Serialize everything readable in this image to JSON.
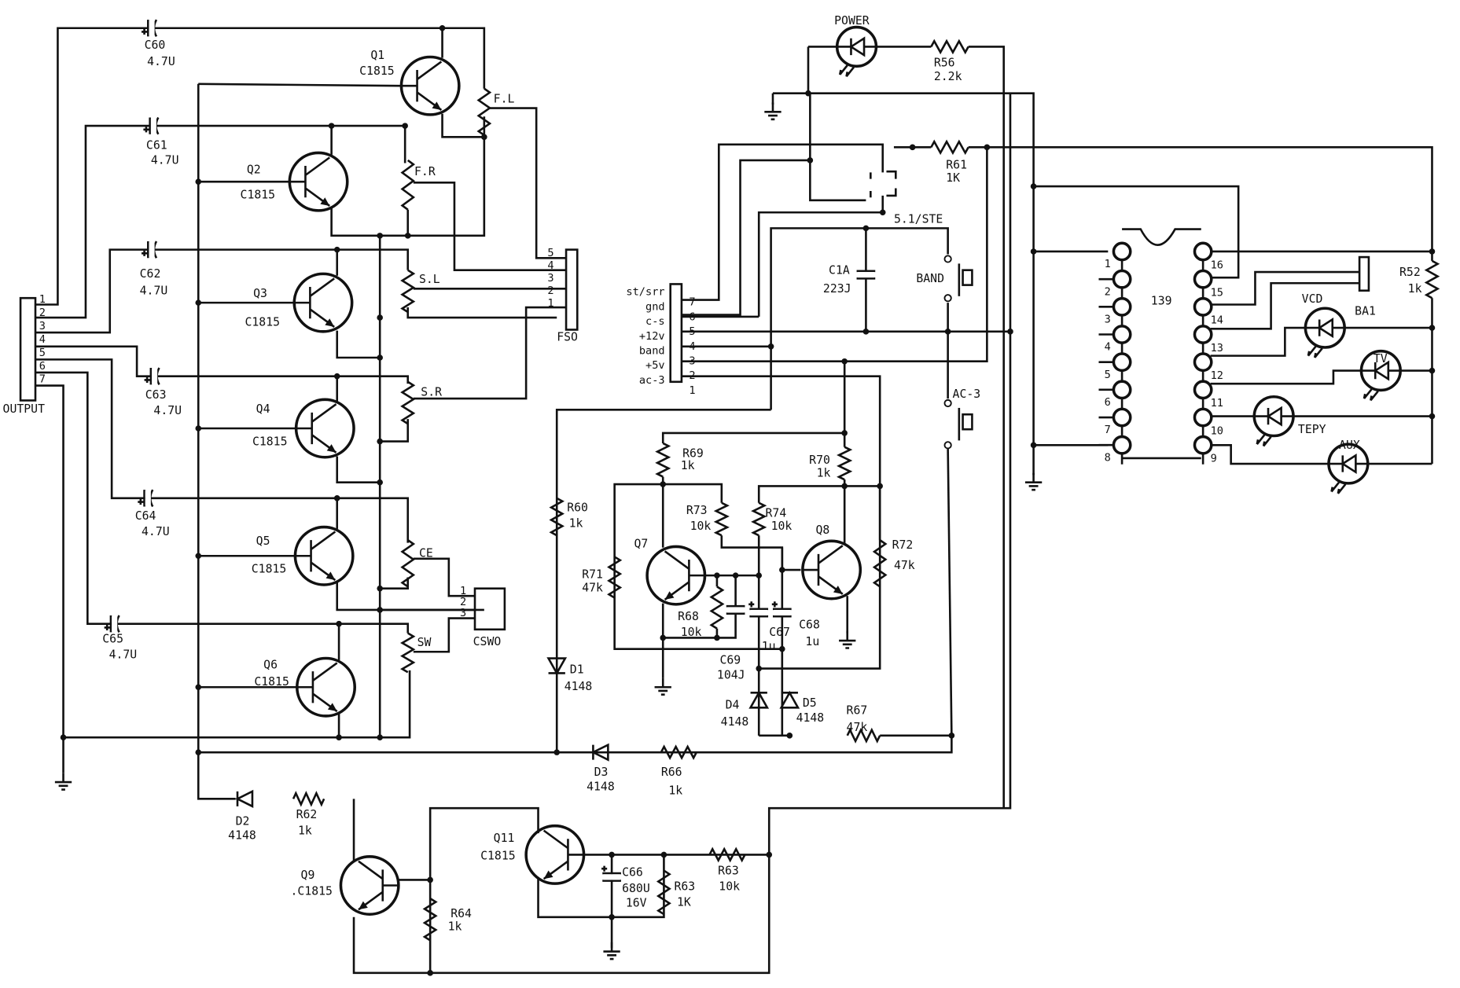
{
  "diagram": {
    "colors": {
      "ink": "#111111",
      "paper": "#ffffff"
    },
    "connectors": {
      "output": {
        "name": "OUTPUT",
        "pins": [
          "1",
          "2",
          "3",
          "4",
          "5",
          "6",
          "7"
        ]
      },
      "fso": {
        "name": "FSO",
        "pins": [
          "5",
          "4",
          "3",
          "2",
          "1"
        ]
      },
      "cswo": {
        "name": "CSWO",
        "pins": [
          "1",
          "2",
          "3"
        ]
      },
      "main": {
        "pins": [
          "7",
          "6",
          "5",
          "4",
          "3",
          "2",
          "1"
        ],
        "signals": [
          "st/srr",
          "gnd",
          "c-s",
          "+12v",
          "band",
          "+5v",
          "ac-3"
        ]
      }
    },
    "components": {
      "C60": {
        "ref": "C60",
        "value": "4.7U"
      },
      "C61": {
        "ref": "C61",
        "value": "4.7U"
      },
      "C62": {
        "ref": "C62",
        "value": "4.7U"
      },
      "C63": {
        "ref": "C63",
        "value": "4.7U"
      },
      "C64": {
        "ref": "C64",
        "value": "4.7U"
      },
      "C65": {
        "ref": "C65",
        "value": "4.7U"
      },
      "Q1": {
        "ref": "Q1",
        "value": "C1815"
      },
      "Q2": {
        "ref": "Q2",
        "value": "C1815"
      },
      "Q3": {
        "ref": "Q3",
        "value": "C1815"
      },
      "Q4": {
        "ref": "Q4",
        "value": "C1815"
      },
      "Q5": {
        "ref": "Q5",
        "value": "C1815"
      },
      "Q6": {
        "ref": "Q6",
        "value": "C1815"
      },
      "Q7": {
        "ref": "Q7"
      },
      "Q8": {
        "ref": "Q8"
      },
      "Q9": {
        "ref": "Q9",
        "value": ".C1815"
      },
      "Q11": {
        "ref": "Q11",
        "value": "C1815"
      },
      "FL": {
        "ref": "F.L"
      },
      "FR": {
        "ref": "F.R"
      },
      "SL": {
        "ref": "S.L"
      },
      "SR": {
        "ref": "S.R"
      },
      "CE": {
        "ref": "CE"
      },
      "SW": {
        "ref": "SW"
      },
      "D1": {
        "ref": "D1",
        "value": "4148"
      },
      "D2": {
        "ref": "D2",
        "value": "4148"
      },
      "D3": {
        "ref": "D3",
        "value": "4148"
      },
      "D4": {
        "ref": "D4",
        "value": "4148"
      },
      "D5": {
        "ref": "D5",
        "value": "4148"
      },
      "R52": {
        "ref": "R52",
        "value": "1k"
      },
      "R56": {
        "ref": "R56",
        "value": "2.2k"
      },
      "R60": {
        "ref": "R60",
        "value": "1k"
      },
      "R61": {
        "ref": "R61",
        "value": "1K"
      },
      "R62": {
        "ref": "R62",
        "value": "1k"
      },
      "R63": {
        "ref": "R63",
        "value": "1K"
      },
      "R63b": {
        "ref": "R63",
        "value": "10k"
      },
      "R64": {
        "ref": "R64",
        "value": "1k"
      },
      "R66": {
        "ref": "R66",
        "value": "1k"
      },
      "R67": {
        "ref": "R67",
        "value": "47k"
      },
      "R68": {
        "ref": "R68",
        "value": "10k"
      },
      "R69": {
        "ref": "R69",
        "value": "1k"
      },
      "R70": {
        "ref": "R70",
        "value": "1k"
      },
      "R71": {
        "ref": "R71",
        "value": "47k"
      },
      "R72": {
        "ref": "R72",
        "value": "47k"
      },
      "R73": {
        "ref": "R73",
        "value": "10k"
      },
      "R74": {
        "ref": "R74",
        "value": "10k"
      },
      "C1A": {
        "ref": "C1A",
        "value": "223J"
      },
      "C66": {
        "ref": "C66",
        "value": "680U",
        "rating": "16V"
      },
      "C67": {
        "ref": "C67",
        "value": "1u"
      },
      "C68": {
        "ref": "C68",
        "value": "1u"
      },
      "C69": {
        "ref": "C69",
        "value": "104J"
      },
      "IC": {
        "ref": "139",
        "pins_left": [
          "1",
          "2",
          "3",
          "4",
          "5",
          "6",
          "7",
          "8"
        ],
        "pins_right": [
          "16",
          "15",
          "14",
          "13",
          "12",
          "11",
          "10",
          "9"
        ]
      },
      "BA1": {
        "ref": "BA1"
      },
      "SW_STE": {
        "ref": "5.1/STE"
      },
      "SW_BAND": {
        "ref": "BAND"
      },
      "SW_AC3": {
        "ref": "AC-3"
      },
      "LED_POWER": {
        "ref": "POWER"
      },
      "LED_VCD": {
        "ref": "VCD"
      },
      "LED_TV": {
        "ref": "TV"
      },
      "LED_TEPY": {
        "ref": "TEPY"
      },
      "LED_AUX": {
        "ref": "AUX"
      }
    }
  }
}
